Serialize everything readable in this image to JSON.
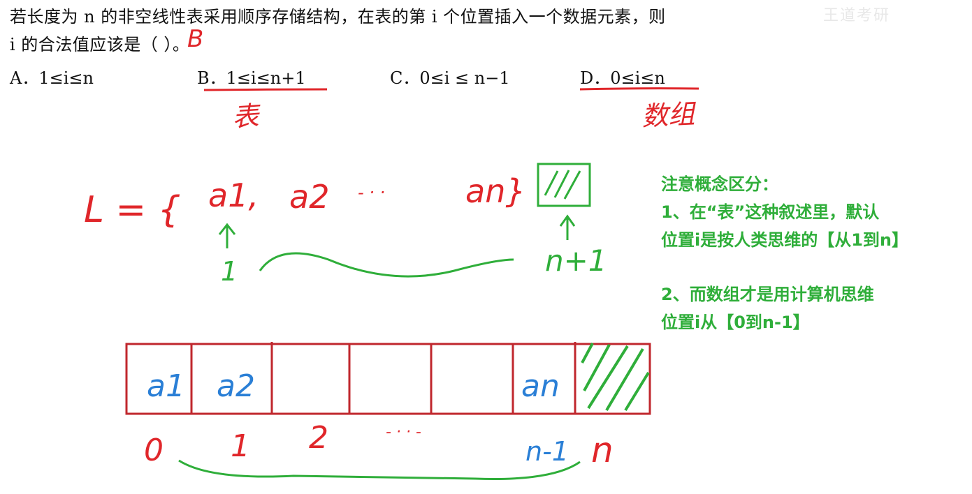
{
  "question": {
    "line1": "若长度为 n 的非空线性表采用顺序存储结构，在表的第 i 个位置插入一个数据元素，则",
    "line2": "i 的合法值应该是（    ）。"
  },
  "answer_mark": "B",
  "options": {
    "a": "A．1≤i≤n",
    "b": "B．1≤i≤n+1",
    "c": "C．0≤i ≤ n−1",
    "d": "D．0≤i≤n"
  },
  "handwritten": {
    "biao": "表",
    "shuzu": "数组",
    "list_prefix": "L = {",
    "a1": "a1,",
    "a2": "a2",
    "dots": "- · ·",
    "an": "an}",
    "pos_1": "1",
    "pos_n_plus_1": "n+1",
    "arr_a1": "a1",
    "arr_a2": "a2",
    "arr_an": "an",
    "idx_0": "0",
    "idx_1": "1",
    "idx_2": "2",
    "idx_dots": "- · · -",
    "idx_n_minus_1": "n-1",
    "idx_n": "n"
  },
  "notes": {
    "title": "注意概念区分：",
    "line1a": "1、在“表”这种叙述里，默认",
    "line1b": "位置i是按人类思维的【从1到n】",
    "line2a": "2、而数组才是用计算机思维",
    "line2b": "位置i从【0到n-1】"
  },
  "colors": {
    "red": "#e0262a",
    "green": "#2fae3a",
    "blue": "#2a7fd6"
  }
}
